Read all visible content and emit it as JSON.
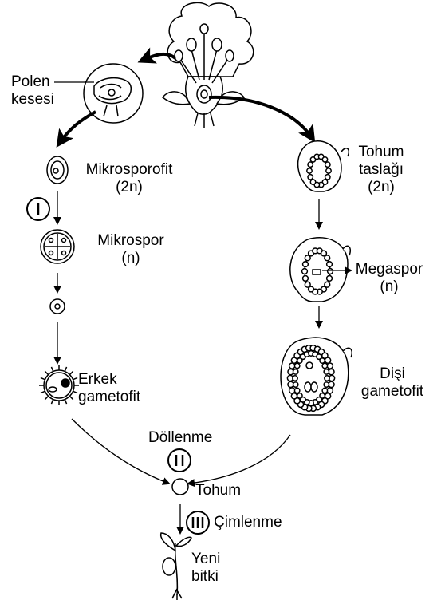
{
  "labels": {
    "pollen_sac": [
      "Polen",
      "kesesi"
    ],
    "microsporophyte": [
      "Mikrosporofit",
      "(2n)"
    ],
    "microspore": [
      "Mikrospor",
      "(n)"
    ],
    "male_gametophyte": [
      "Erkek",
      "gametofit"
    ],
    "ovule": [
      "Tohum",
      "taslağı",
      "(2n)"
    ],
    "megaspore": [
      "Megaspor",
      "(n)"
    ],
    "female_gametophyte": [
      "Dişi",
      "gametofit"
    ],
    "fertilization": "Döllenme",
    "seed": "Tohum",
    "germination": "Çimlenme",
    "new_plant": [
      "Yeni",
      "bitki"
    ]
  },
  "steps": [
    "I",
    "II",
    "III"
  ]
}
